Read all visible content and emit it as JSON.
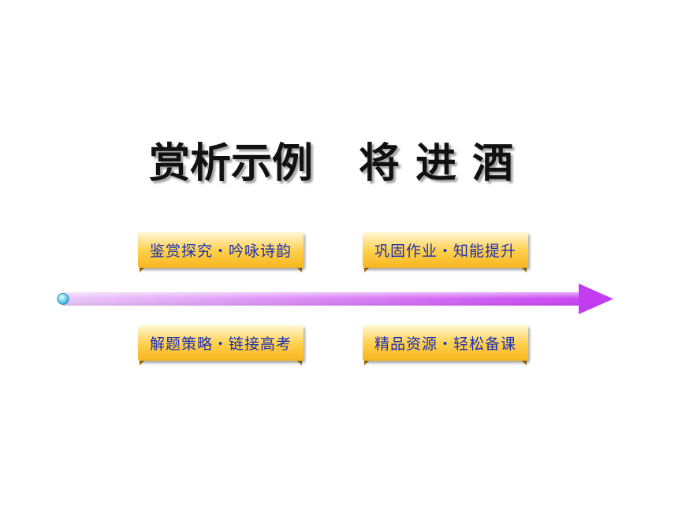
{
  "title": {
    "part1": "赏析示例",
    "part2": "将进酒"
  },
  "buttons": {
    "appreciate": "鉴赏探究・吟咏诗韵",
    "consolidate": "巩固作业・知能提升",
    "solve": "解题策略・链接高考",
    "resources": "精品资源・轻松备课"
  },
  "colors": {
    "button_text": "#1a2fb5",
    "button_gold": "#ffcf4a",
    "arrow_start": "#e6b8f7",
    "arrow_end": "#c23df0"
  }
}
